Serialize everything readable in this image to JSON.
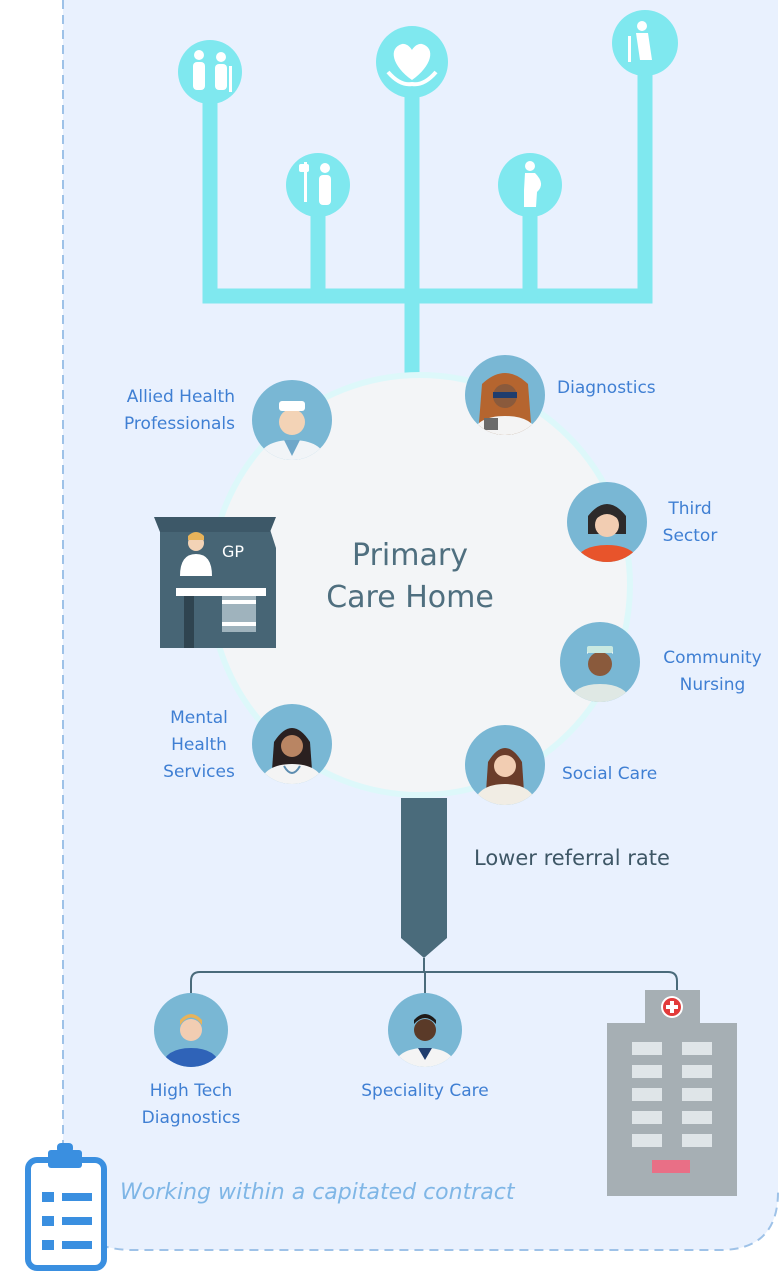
{
  "center": {
    "line1": "Primary",
    "line2": "Care Home"
  },
  "gp_sign": "GP",
  "roles": {
    "allied_line1": "Allied Health",
    "allied_line2": "Professionals",
    "diagnostics": "Diagnostics",
    "third_line1": "Third",
    "third_line2": "Sector",
    "community_line1": "Community",
    "community_line2": "Nursing",
    "mental_line1": "Mental",
    "mental_line2": "Health",
    "mental_line3": "Services",
    "social": "Social Care"
  },
  "referral": "Lower referral rate",
  "secondary": {
    "hightech_line1": "High Tech",
    "hightech_line2": "Diagnostics",
    "speciality": "Speciality Care"
  },
  "contract": "Working within a capitated contract",
  "icons": {
    "tree_top": [
      "elderly-couple-icon",
      "heart-hands-icon",
      "elderly-walker-icon"
    ],
    "tree_lower": [
      "iv-drip-patient-icon",
      "pregnant-woman-icon"
    ],
    "people": [
      "doctor-avatar-icon",
      "diagnostician-avatar-icon",
      "third-sector-avatar-icon",
      "nurse-avatar-icon",
      "mental-health-avatar-icon",
      "social-care-avatar-icon",
      "high-tech-avatar-icon",
      "specialist-avatar-icon"
    ],
    "buildings": [
      "gp-surgery-icon",
      "hospital-icon"
    ],
    "clipboard": "clipboard-checklist-icon"
  },
  "colors": {
    "accent": "#7fe8ef",
    "panel": "#e9f1fe",
    "label": "#3f7fd3",
    "funnel": "#4a6b7b"
  }
}
